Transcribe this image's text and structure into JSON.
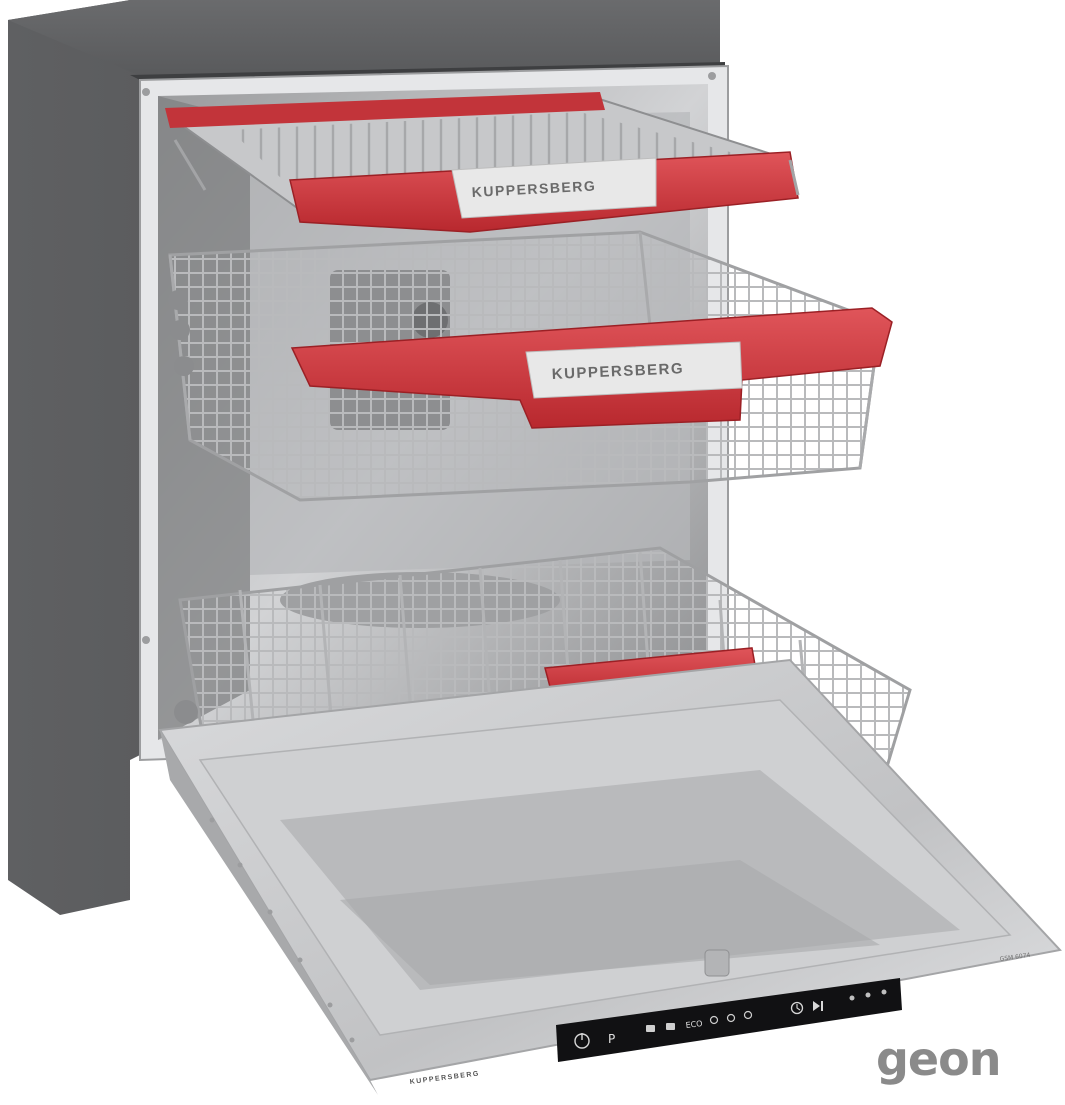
{
  "product": {
    "brand_label": "KUPPERSBERG",
    "model_label": "GSM 6074"
  },
  "racks": {
    "top_label": "KUPPERSBERG",
    "middle_label": "KUPPERSBERG"
  },
  "control_panel": {
    "program_label": "P",
    "eco_label": "ECO"
  },
  "watermark": "geon",
  "colors": {
    "cabinet": "#545557",
    "steel": "#c9cacc",
    "accent_red": "#d23a3f"
  }
}
